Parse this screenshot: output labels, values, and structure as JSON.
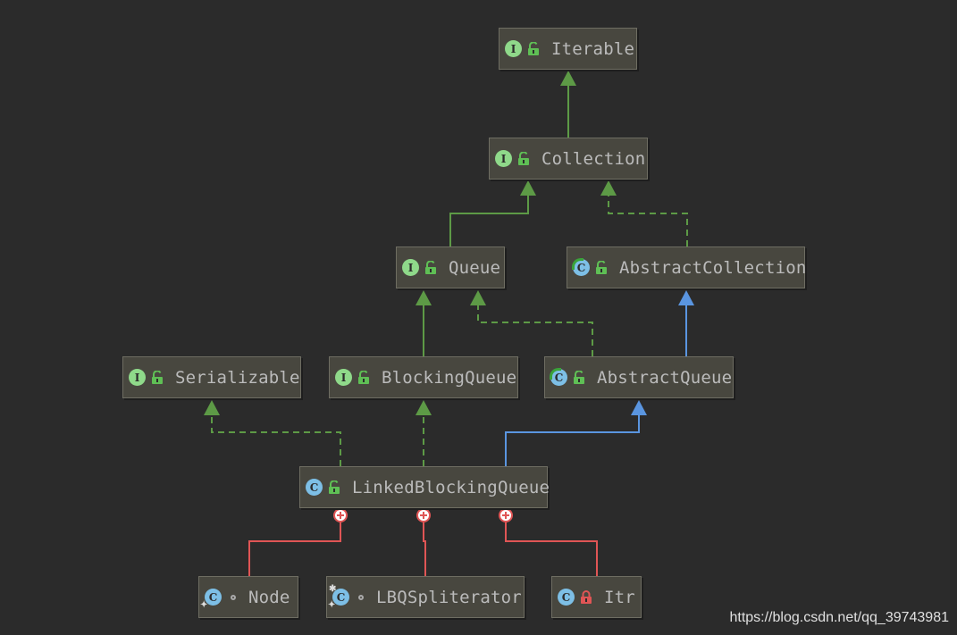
{
  "nodes": {
    "iterable": {
      "kind": "I",
      "label": "Iterable",
      "visibility": "public"
    },
    "collection": {
      "kind": "I",
      "label": "Collection",
      "visibility": "public"
    },
    "queue": {
      "kind": "I",
      "label": "Queue",
      "visibility": "public"
    },
    "abstract_collection": {
      "kind": "C",
      "label": "AbstractCollection",
      "visibility": "public"
    },
    "serializable": {
      "kind": "I",
      "label": "Serializable",
      "visibility": "public"
    },
    "blocking_queue": {
      "kind": "I",
      "label": "BlockingQueue",
      "visibility": "public"
    },
    "abstract_queue": {
      "kind": "C",
      "label": "AbstractQueue",
      "visibility": "public"
    },
    "linked_blocking_queue": {
      "kind": "C",
      "label": "LinkedBlockingQueue",
      "visibility": "public"
    },
    "node": {
      "kind": "C",
      "label": "Node",
      "visibility": "package-private"
    },
    "lbq_spliterator": {
      "kind": "C",
      "label": "LBQSpliterator",
      "visibility": "package-private"
    },
    "itr": {
      "kind": "C",
      "label": "Itr",
      "visibility": "private"
    }
  },
  "edges": [
    {
      "from": "collection",
      "to": "iterable",
      "type": "extends"
    },
    {
      "from": "queue",
      "to": "collection",
      "type": "extends"
    },
    {
      "from": "abstract_collection",
      "to": "collection",
      "type": "implements"
    },
    {
      "from": "blocking_queue",
      "to": "queue",
      "type": "extends"
    },
    {
      "from": "abstract_queue",
      "to": "queue",
      "type": "implements"
    },
    {
      "from": "abstract_queue",
      "to": "abstract_collection",
      "type": "class-extends"
    },
    {
      "from": "linked_blocking_queue",
      "to": "serializable",
      "type": "implements"
    },
    {
      "from": "linked_blocking_queue",
      "to": "blocking_queue",
      "type": "implements"
    },
    {
      "from": "linked_blocking_queue",
      "to": "abstract_queue",
      "type": "class-extends"
    },
    {
      "from": "node",
      "to": "linked_blocking_queue",
      "type": "inner"
    },
    {
      "from": "lbq_spliterator",
      "to": "linked_blocking_queue",
      "type": "inner"
    },
    {
      "from": "itr",
      "to": "linked_blocking_queue",
      "type": "inner"
    }
  ],
  "colors": {
    "background": "#2b2b2b",
    "extends_green": "#5d9a46",
    "class_extends_blue": "#5a95e0",
    "inner_red": "#e05555"
  },
  "icons": {
    "interface_badge": "interface-icon",
    "class_badge": "class-icon",
    "public_visibility": "unlocked-icon",
    "private_visibility": "lock-icon",
    "package_visibility": "package-dot-icon",
    "inner_marker": "circle-plus-icon"
  },
  "watermark": "https://blog.csdn.net/qq_39743981"
}
